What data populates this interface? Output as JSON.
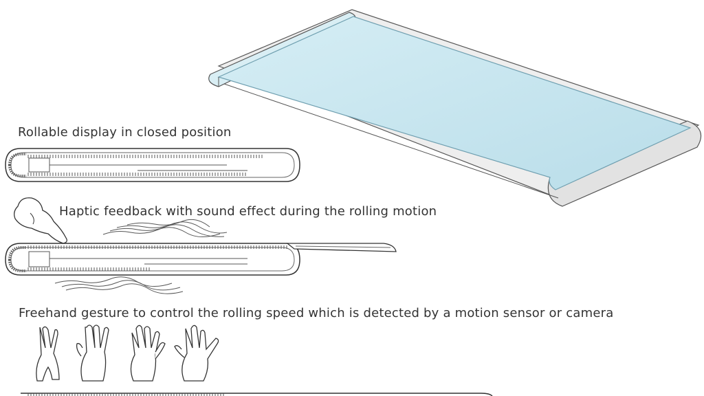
{
  "captions": {
    "closed": "Rollable display in closed position",
    "haptic": "Haptic feedback with sound effect during the rolling motion",
    "gesture": "Freehand gesture to control the rolling speed which is detected by a motion sensor or camera"
  },
  "colors": {
    "screen": "#c9e6ef",
    "screen_edge": "#9fcbd8",
    "frame": "#e6e6e6",
    "line": "#444444"
  },
  "icons": {
    "finger": "finger-icon",
    "hands": [
      "hand-pose-icon",
      "hand-pose-icon",
      "hand-pose-icon",
      "hand-pose-icon"
    ]
  }
}
